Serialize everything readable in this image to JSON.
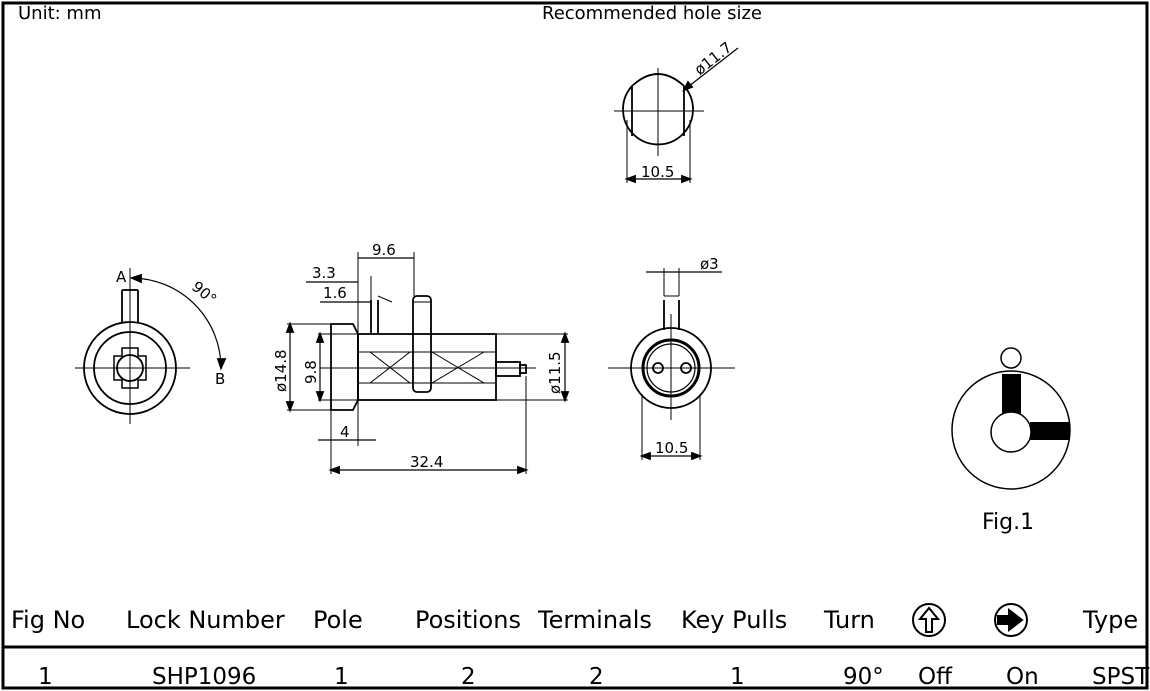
{
  "header": {
    "unit": "Unit: mm",
    "hole_caption": "Recommended hole size"
  },
  "dimensions": {
    "hole_diameter": "ø11.7",
    "hole_flat": "10.5",
    "rotation_angle": "90°",
    "point_a": "A",
    "point_b": "B",
    "side_9_6": "9.6",
    "side_3_3": "3.3",
    "side_1_6": "1.6",
    "side_14_8": "ø14.8",
    "side_9_8": "9.8",
    "side_11_5": "ø11.5",
    "side_4": "4",
    "side_32_4": "32.4",
    "rear_3": "ø3",
    "rear_10_5": "10.5"
  },
  "figure": {
    "caption": "Fig.1"
  },
  "table": {
    "headers": {
      "fig_no": "Fig  No",
      "lock_number": "Lock  Number",
      "pole": "Pole",
      "positions": "Positions",
      "terminals": "Terminals",
      "key_pulls": "Key  Pulls",
      "turn": "Turn",
      "type": "Type"
    },
    "header_icons": [
      "up-arrow-circle-icon",
      "right-arrow-circle-icon"
    ],
    "row": {
      "fig_no": "1",
      "lock_number": "SHP1096",
      "pole": "1",
      "positions": "2",
      "terminals": "2",
      "key_pulls": "1",
      "turn": "90°",
      "off_state": "Off",
      "on_state": "On",
      "type": "SPST"
    }
  }
}
